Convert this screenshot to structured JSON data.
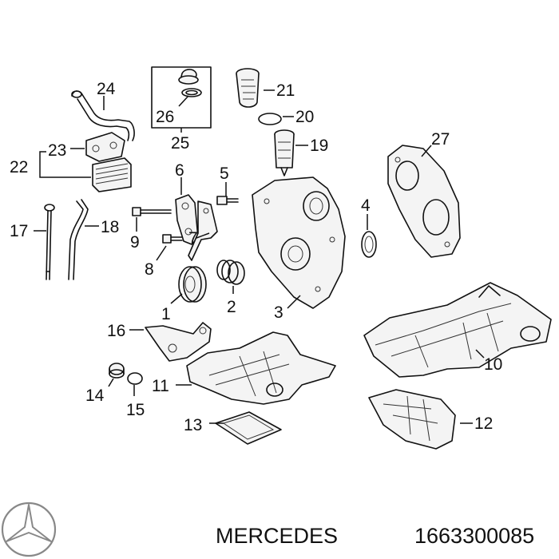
{
  "diagram": {
    "callouts": {
      "c1": "1",
      "c2": "2",
      "c3": "3",
      "c4": "4",
      "c5": "5",
      "c6": "6",
      "c7": "7",
      "c8": "8",
      "c9": "9",
      "c10": "10",
      "c11": "11",
      "c12": "12",
      "c13": "13",
      "c14": "14",
      "c15": "15",
      "c16": "16",
      "c17": "17",
      "c18": "18",
      "c19": "19",
      "c20": "20",
      "c21": "21",
      "c22": "22",
      "c23": "23",
      "c24": "24",
      "c25": "25",
      "c26": "26",
      "c27": "27"
    }
  },
  "footer": {
    "brand": "MERCEDES",
    "part_number": "1663300085",
    "logo_icon": "mercedes-star-logo"
  }
}
